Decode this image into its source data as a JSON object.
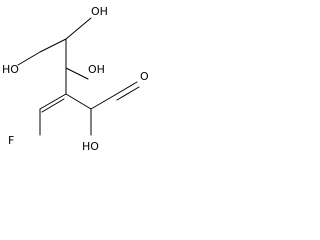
{
  "atoms": {
    "oh_top": "OH",
    "ho_left": "HO",
    "oh_mid": "OH",
    "f": "F",
    "o_aldehyde": "O",
    "ho_bottom": "HO"
  }
}
